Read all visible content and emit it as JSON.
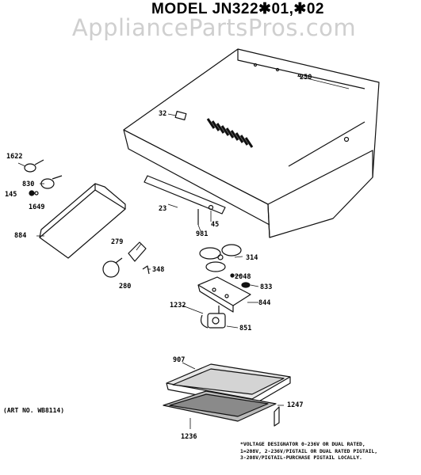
{
  "header": {
    "title": "MODEL JN322✱01,✱02",
    "watermark": "AppliancePartsPros.com"
  },
  "art_number": "(ART NO. WB8114)",
  "parts": [
    {
      "id": "hood",
      "label": "250"
    },
    {
      "id": "badge",
      "label": "32"
    },
    {
      "id": "mount-strip",
      "label": "23"
    },
    {
      "id": "screw-a",
      "label": "981"
    },
    {
      "id": "screw-b",
      "label": "45"
    },
    {
      "id": "switch-knob",
      "label": "1622"
    },
    {
      "id": "switch",
      "label": "830"
    },
    {
      "id": "knob-a",
      "label": "145"
    },
    {
      "id": "knob-b",
      "label": "1649"
    },
    {
      "id": "light-bracket",
      "label": "884"
    },
    {
      "id": "lamp-socket",
      "label": "279"
    },
    {
      "id": "bulb",
      "label": "280"
    },
    {
      "id": "clip",
      "label": "348"
    },
    {
      "id": "fan-blade",
      "label": "314"
    },
    {
      "id": "nut",
      "label": "2048"
    },
    {
      "id": "grommet",
      "label": "833"
    },
    {
      "id": "motor-bracket",
      "label": "844"
    },
    {
      "id": "wire-harness",
      "label": "1232"
    },
    {
      "id": "motor",
      "label": "851"
    },
    {
      "id": "filter",
      "label": "907"
    },
    {
      "id": "grille",
      "label": "1236"
    },
    {
      "id": "filter-clip",
      "label": "1247"
    }
  ],
  "footnote": {
    "line1": "*VOLTAGE DESIGNATOR 0-236V OR DUAL RATED,",
    "line2": "1=208V, 2-236V/PIGTAIL OR DUAL RATED PIGTAIL,",
    "line3": "3-208V/PIGTAIL-PURCHASE PIGTAIL LOCALLY."
  }
}
